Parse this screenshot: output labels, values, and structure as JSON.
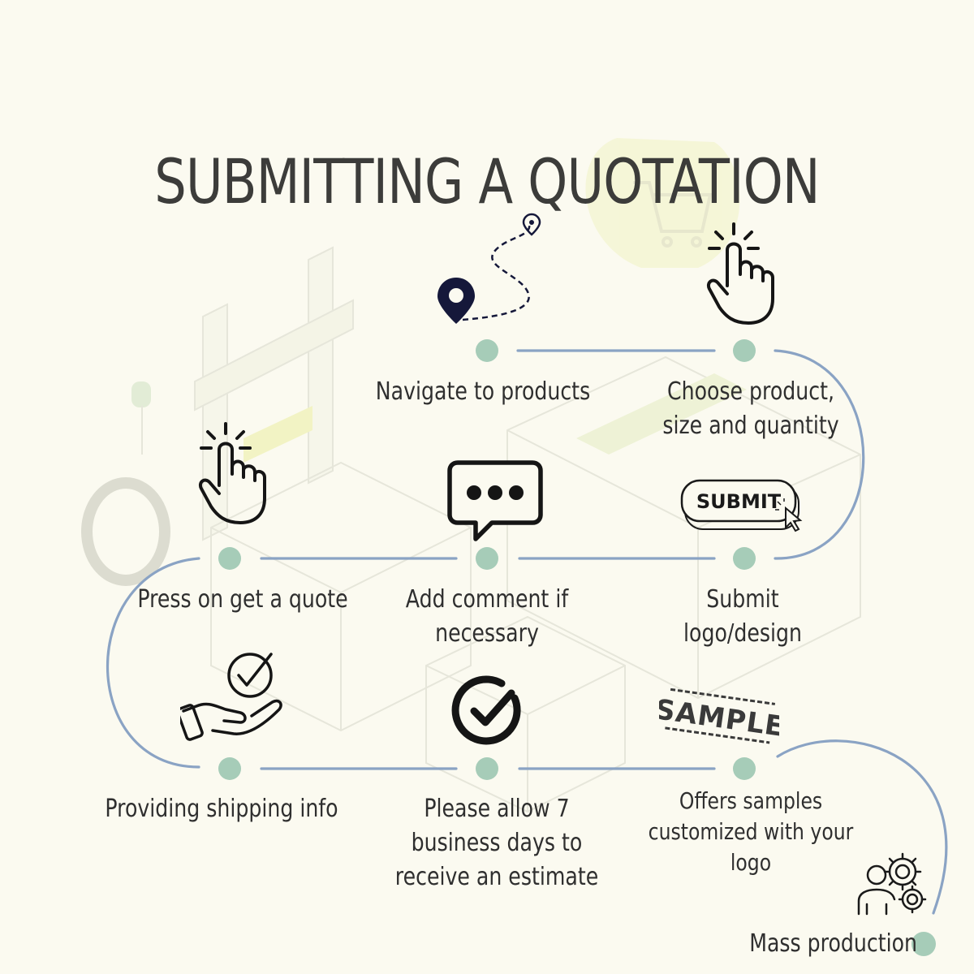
{
  "title": "SUBMITTING A QUOTATION",
  "colors": {
    "background": "#fbfaf0",
    "path_line": "#8aa3c4",
    "node_dot": "#a6ccb8",
    "accent_yellow": "#f1f3b8",
    "text": "#2f2f2f"
  },
  "steps": [
    {
      "label": "Navigate to products",
      "icon": "map-route-icon"
    },
    {
      "label": "Choose product,\nsize and quantity",
      "icon": "tap-hand-icon"
    },
    {
      "label": "Submit\nlogo/design",
      "icon": "submit-button-icon",
      "icon_text": "SUBMIT"
    },
    {
      "label": "Add comment if\nnecessary",
      "icon": "chat-bubble-icon"
    },
    {
      "label": "Press on get a quote",
      "icon": "tap-hand-icon"
    },
    {
      "label": "Providing shipping info",
      "icon": "hand-check-icon"
    },
    {
      "label": "Please allow 7\nbusiness days to\nreceive an estimate",
      "icon": "check-circle-icon"
    },
    {
      "label": "Offers samples\ncustomized with your\nlogo",
      "icon": "sample-stamp-icon",
      "icon_text": "SAMPLE"
    },
    {
      "label": "Mass production",
      "icon": "people-gears-icon"
    }
  ]
}
